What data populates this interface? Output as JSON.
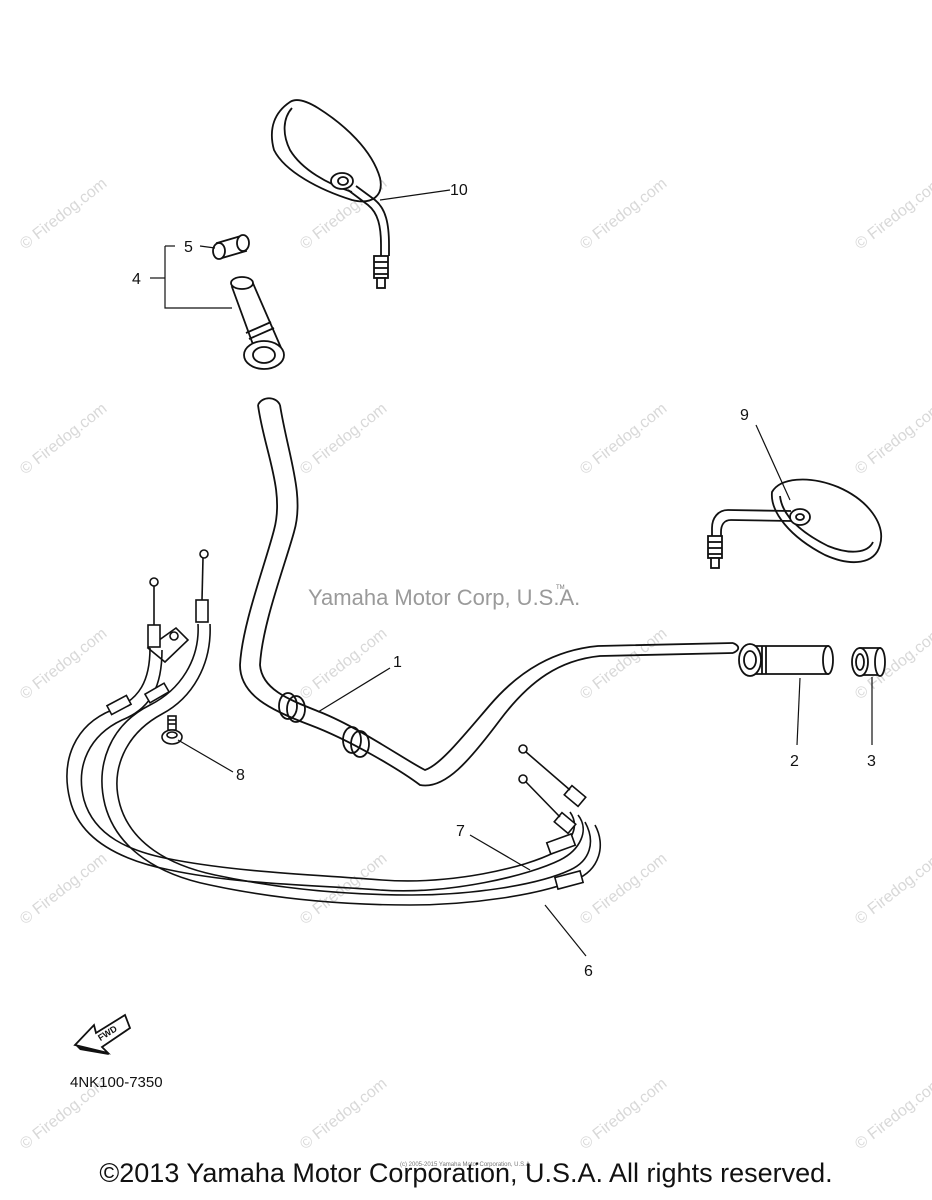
{
  "watermark": {
    "site": "© Firedog.com"
  },
  "center_watermark": "Yamaha Motor Corp, U.S.A.",
  "center_watermark_mark": "TM",
  "callouts": {
    "c1": "1",
    "c2": "2",
    "c3": "3",
    "c4": "4",
    "c5": "5",
    "c6": "6",
    "c7": "7",
    "c8": "8",
    "c9": "9",
    "c10": "10"
  },
  "fwd_label": "FWD",
  "diagram_code": "4NK100-7350",
  "tiny_credit": "(c) 2005-2015 Yamaha Motor Corporation, U.S.A.",
  "copyright": "©2013 Yamaha Motor Corporation, U.S.A. All rights reserved.",
  "colors": {
    "line": "#111111",
    "watermark": "#d8d8d8",
    "center_watermark": "#9a9a9a"
  }
}
